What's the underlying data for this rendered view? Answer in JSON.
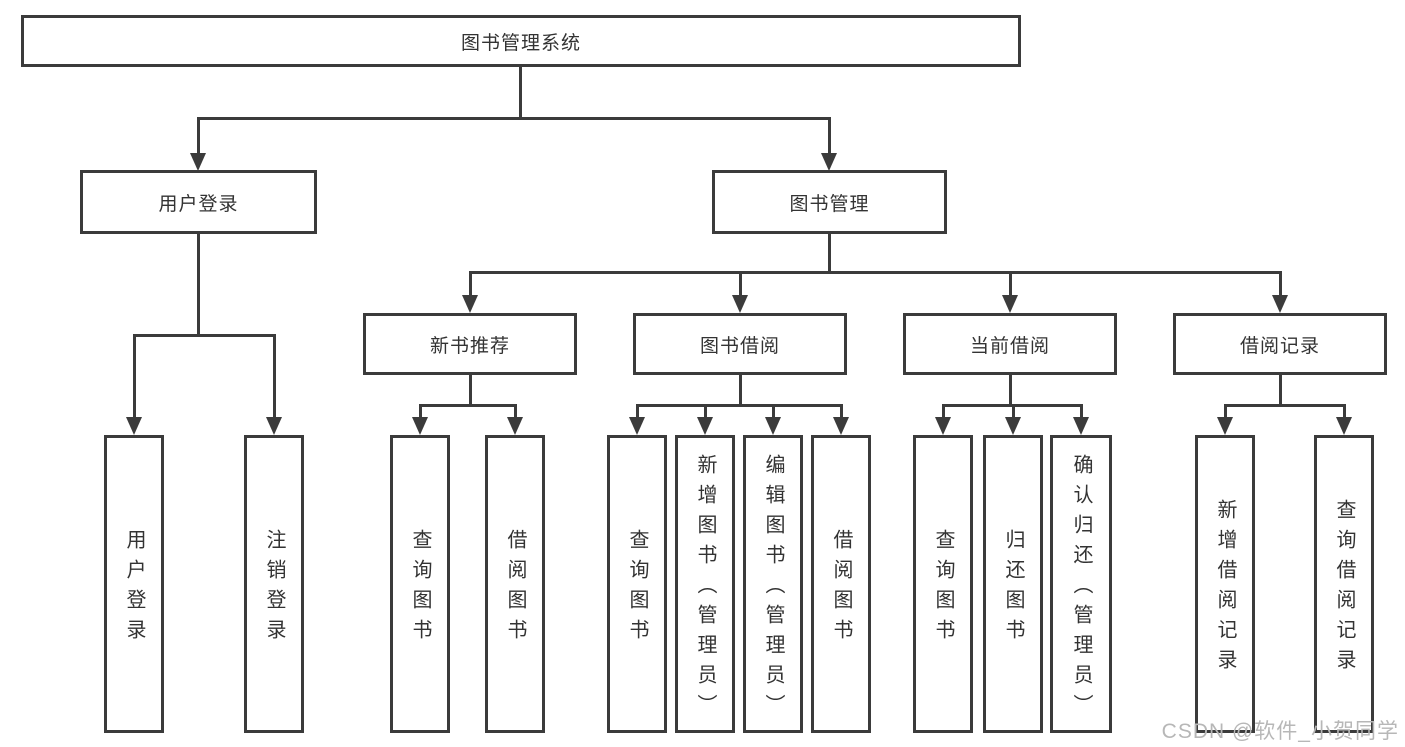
{
  "root": {
    "label": "图书管理系统"
  },
  "level2": {
    "user_login": {
      "label": "用户登录"
    },
    "book_management": {
      "label": "图书管理"
    }
  },
  "level3": {
    "new_book_recommend": {
      "label": "新书推荐"
    },
    "book_borrow": {
      "label": "图书借阅"
    },
    "current_borrow": {
      "label": "当前借阅"
    },
    "borrow_records": {
      "label": "借阅记录"
    }
  },
  "leaves": {
    "login": {
      "label": "用户登录"
    },
    "logout": {
      "label": "注销登录"
    },
    "nb_query": {
      "label": "查询图书"
    },
    "nb_borrow": {
      "label": "借阅图书"
    },
    "bb_query": {
      "label": "查询图书"
    },
    "bb_add": {
      "label": "新增图书（管理员）"
    },
    "bb_edit": {
      "label": "编辑图书（管理员）"
    },
    "bb_borrow": {
      "label": "借阅图书"
    },
    "cb_query": {
      "label": "查询图书"
    },
    "cb_return": {
      "label": "归还图书"
    },
    "cb_confirm": {
      "label": "确认归还（管理员）"
    },
    "br_add": {
      "label": "新增借阅记录"
    },
    "br_query": {
      "label": "查询借阅记录"
    }
  },
  "watermark": {
    "text": "CSDN @软件_小贺同学"
  },
  "colors": {
    "line": "#3b3b3b",
    "text": "#333333",
    "watermark": "#b7b7b7",
    "background": "#ffffff"
  }
}
